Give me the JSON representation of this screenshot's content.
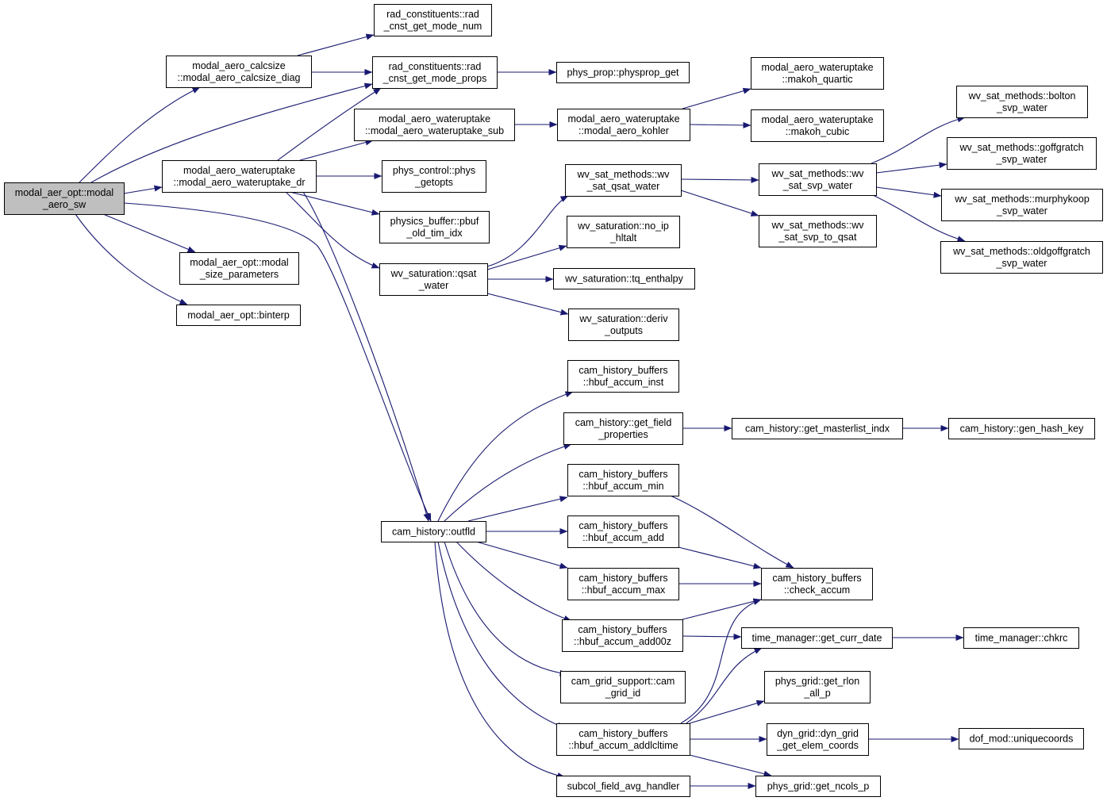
{
  "diagram": {
    "colors": {
      "edge": "#191970",
      "root_fill": "#bfbfbf",
      "node_fill": "#ffffff",
      "node_stroke": "#000000"
    },
    "nodes": [
      {
        "id": "modal_aero_sw",
        "lines": [
          "modal_aer_opt::modal",
          "_aero_sw"
        ]
      },
      {
        "id": "calcsize_diag",
        "lines": [
          "modal_aero_calcsize",
          "::modal_aero_calcsize_diag"
        ]
      },
      {
        "id": "get_mode_num",
        "lines": [
          "rad_constituents::rad",
          "_cnst_get_mode_num"
        ]
      },
      {
        "id": "get_mode_props",
        "lines": [
          "rad_constituents::rad",
          "_cnst_get_mode_props"
        ]
      },
      {
        "id": "physprop_get",
        "lines": [
          "phys_prop::physprop_get"
        ]
      },
      {
        "id": "wateruptake_sub",
        "lines": [
          "modal_aero_wateruptake",
          "::modal_aero_wateruptake_sub"
        ]
      },
      {
        "id": "wateruptake_dr",
        "lines": [
          "modal_aero_wateruptake",
          "::modal_aero_wateruptake_dr"
        ]
      },
      {
        "id": "kohler",
        "lines": [
          "modal_aero_wateruptake",
          "::modal_aero_kohler"
        ]
      },
      {
        "id": "makoh_quartic",
        "lines": [
          "modal_aero_wateruptake",
          "::makoh_quartic"
        ]
      },
      {
        "id": "makoh_cubic",
        "lines": [
          "modal_aero_wateruptake",
          "::makoh_cubic"
        ]
      },
      {
        "id": "phys_getopts",
        "lines": [
          "phys_control::phys",
          "_getopts"
        ]
      },
      {
        "id": "pbuf_old_tim_idx",
        "lines": [
          "physics_buffer::pbuf",
          "_old_tim_idx"
        ]
      },
      {
        "id": "qsat_water",
        "lines": [
          "wv_saturation::qsat",
          "_water"
        ]
      },
      {
        "id": "wv_sat_qsat_water",
        "lines": [
          "wv_sat_methods::wv",
          "_sat_qsat_water"
        ]
      },
      {
        "id": "no_ip_hltalt",
        "lines": [
          "wv_saturation::no_ip",
          "_hltalt"
        ]
      },
      {
        "id": "tq_enthalpy",
        "lines": [
          "wv_saturation::tq_enthalpy"
        ]
      },
      {
        "id": "deriv_outputs",
        "lines": [
          "wv_saturation::deriv",
          "_outputs"
        ]
      },
      {
        "id": "wv_sat_svp_water",
        "lines": [
          "wv_sat_methods::wv",
          "_sat_svp_water"
        ]
      },
      {
        "id": "wv_sat_svp_to_qsat",
        "lines": [
          "wv_sat_methods::wv",
          "_sat_svp_to_qsat"
        ]
      },
      {
        "id": "bolton",
        "lines": [
          "wv_sat_methods::bolton",
          "_svp_water"
        ]
      },
      {
        "id": "goffgratch",
        "lines": [
          "wv_sat_methods::goffgratch",
          "_svp_water"
        ]
      },
      {
        "id": "murphykoop",
        "lines": [
          "wv_sat_methods::murphykoop",
          "_svp_water"
        ]
      },
      {
        "id": "oldgoffgratch",
        "lines": [
          "wv_sat_methods::oldgoffgratch",
          "_svp_water"
        ]
      },
      {
        "id": "modal_size_parameters",
        "lines": [
          "modal_aer_opt::modal",
          "_size_parameters"
        ]
      },
      {
        "id": "binterp",
        "lines": [
          "modal_aer_opt::binterp"
        ]
      },
      {
        "id": "outfld",
        "lines": [
          "cam_history::outfld"
        ]
      },
      {
        "id": "hbuf_accum_inst",
        "lines": [
          "cam_history_buffers",
          "::hbuf_accum_inst"
        ]
      },
      {
        "id": "get_field_properties",
        "lines": [
          "cam_history::get_field",
          "_properties"
        ]
      },
      {
        "id": "get_masterlist_indx",
        "lines": [
          "cam_history::get_masterlist_indx"
        ]
      },
      {
        "id": "gen_hash_key",
        "lines": [
          "cam_history::gen_hash_key"
        ]
      },
      {
        "id": "hbuf_accum_min",
        "lines": [
          "cam_history_buffers",
          "::hbuf_accum_min"
        ]
      },
      {
        "id": "hbuf_accum_add",
        "lines": [
          "cam_history_buffers",
          "::hbuf_accum_add"
        ]
      },
      {
        "id": "hbuf_accum_max",
        "lines": [
          "cam_history_buffers",
          "::hbuf_accum_max"
        ]
      },
      {
        "id": "check_accum",
        "lines": [
          "cam_history_buffers",
          "::check_accum"
        ]
      },
      {
        "id": "hbuf_accum_add00z",
        "lines": [
          "cam_history_buffers",
          "::hbuf_accum_add00z"
        ]
      },
      {
        "id": "get_curr_date",
        "lines": [
          "time_manager::get_curr_date"
        ]
      },
      {
        "id": "chkrc",
        "lines": [
          "time_manager::chkrc"
        ]
      },
      {
        "id": "cam_grid_id",
        "lines": [
          "cam_grid_support::cam",
          "_grid_id"
        ]
      },
      {
        "id": "get_rlon_all_p",
        "lines": [
          "phys_grid::get_rlon",
          "_all_p"
        ]
      },
      {
        "id": "hbuf_accum_addlcltime",
        "lines": [
          "cam_history_buffers",
          "::hbuf_accum_addlcltime"
        ]
      },
      {
        "id": "dyn_grid_get_elem_coords",
        "lines": [
          "dyn_grid::dyn_grid",
          "_get_elem_coords"
        ]
      },
      {
        "id": "uniquecoords",
        "lines": [
          "dof_mod::uniquecoords"
        ]
      },
      {
        "id": "subcol_field_avg_handler",
        "lines": [
          "subcol_field_avg_handler"
        ]
      },
      {
        "id": "get_ncols_p",
        "lines": [
          "phys_grid::get_ncols_p"
        ]
      }
    ],
    "edges": [
      [
        "modal_aero_sw",
        "calcsize_diag"
      ],
      [
        "modal_aero_sw",
        "get_mode_props"
      ],
      [
        "modal_aero_sw",
        "wateruptake_dr"
      ],
      [
        "modal_aero_sw",
        "modal_size_parameters"
      ],
      [
        "modal_aero_sw",
        "binterp"
      ],
      [
        "modal_aero_sw",
        "outfld"
      ],
      [
        "calcsize_diag",
        "get_mode_num"
      ],
      [
        "calcsize_diag",
        "get_mode_props"
      ],
      [
        "get_mode_props",
        "physprop_get"
      ],
      [
        "wateruptake_dr",
        "get_mode_props"
      ],
      [
        "wateruptake_dr",
        "wateruptake_sub"
      ],
      [
        "wateruptake_dr",
        "phys_getopts"
      ],
      [
        "wateruptake_dr",
        "pbuf_old_tim_idx"
      ],
      [
        "wateruptake_dr",
        "qsat_water"
      ],
      [
        "wateruptake_dr",
        "outfld"
      ],
      [
        "wateruptake_sub",
        "kohler"
      ],
      [
        "kohler",
        "makoh_quartic"
      ],
      [
        "kohler",
        "makoh_cubic"
      ],
      [
        "qsat_water",
        "wv_sat_qsat_water"
      ],
      [
        "qsat_water",
        "no_ip_hltalt"
      ],
      [
        "qsat_water",
        "tq_enthalpy"
      ],
      [
        "qsat_water",
        "deriv_outputs"
      ],
      [
        "wv_sat_qsat_water",
        "wv_sat_svp_water"
      ],
      [
        "wv_sat_qsat_water",
        "wv_sat_svp_to_qsat"
      ],
      [
        "wv_sat_svp_water",
        "bolton"
      ],
      [
        "wv_sat_svp_water",
        "goffgratch"
      ],
      [
        "wv_sat_svp_water",
        "murphykoop"
      ],
      [
        "wv_sat_svp_water",
        "oldgoffgratch"
      ],
      [
        "outfld",
        "hbuf_accum_inst"
      ],
      [
        "outfld",
        "get_field_properties"
      ],
      [
        "outfld",
        "hbuf_accum_min"
      ],
      [
        "outfld",
        "hbuf_accum_add"
      ],
      [
        "outfld",
        "hbuf_accum_max"
      ],
      [
        "outfld",
        "hbuf_accum_add00z"
      ],
      [
        "outfld",
        "cam_grid_id"
      ],
      [
        "outfld",
        "hbuf_accum_addlcltime"
      ],
      [
        "outfld",
        "subcol_field_avg_handler"
      ],
      [
        "get_field_properties",
        "get_masterlist_indx"
      ],
      [
        "get_masterlist_indx",
        "gen_hash_key"
      ],
      [
        "hbuf_accum_min",
        "check_accum"
      ],
      [
        "hbuf_accum_add",
        "check_accum"
      ],
      [
        "hbuf_accum_max",
        "check_accum"
      ],
      [
        "hbuf_accum_add00z",
        "check_accum"
      ],
      [
        "hbuf_accum_add00z",
        "get_curr_date"
      ],
      [
        "get_curr_date",
        "chkrc"
      ],
      [
        "hbuf_accum_addlcltime",
        "check_accum"
      ],
      [
        "hbuf_accum_addlcltime",
        "get_curr_date"
      ],
      [
        "hbuf_accum_addlcltime",
        "get_rlon_all_p"
      ],
      [
        "hbuf_accum_addlcltime",
        "dyn_grid_get_elem_coords"
      ],
      [
        "hbuf_accum_addlcltime",
        "get_ncols_p"
      ],
      [
        "dyn_grid_get_elem_coords",
        "uniquecoords"
      ],
      [
        "subcol_field_avg_handler",
        "get_ncols_p"
      ]
    ]
  }
}
